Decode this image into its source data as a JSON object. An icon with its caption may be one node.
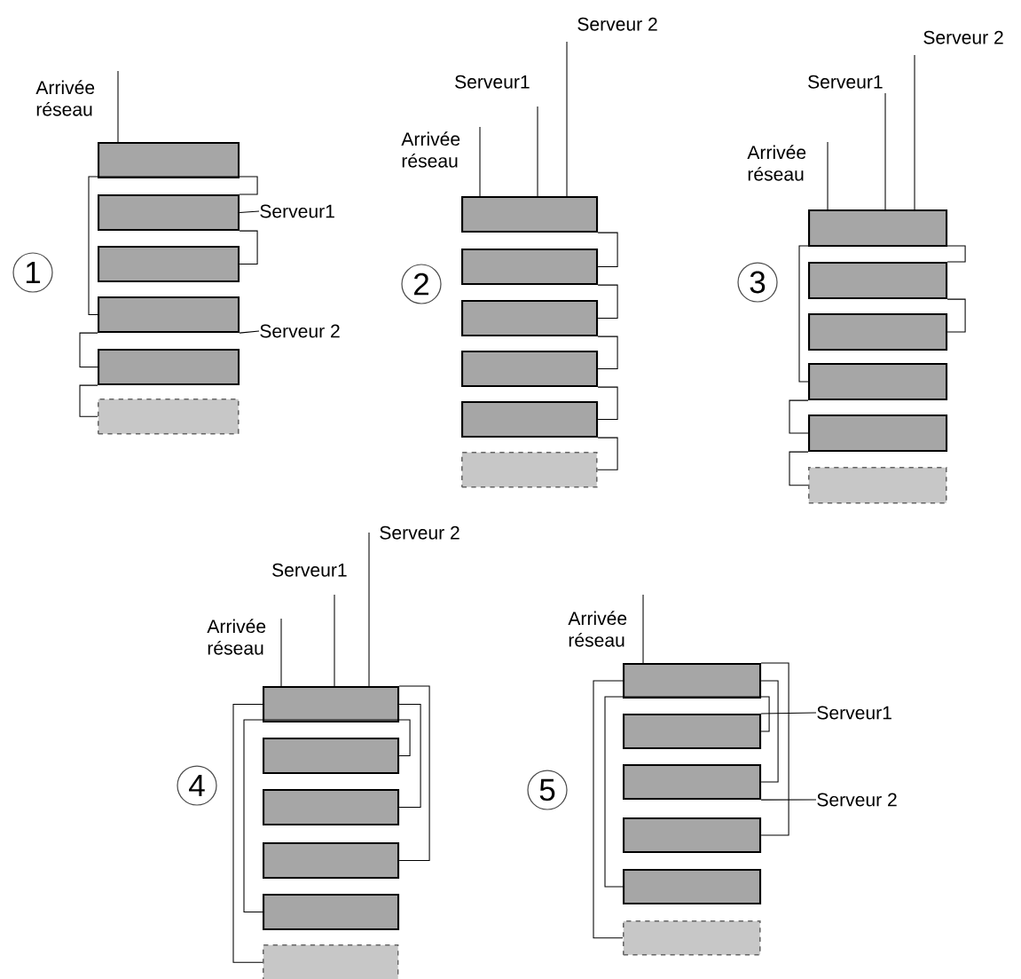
{
  "diagram": {
    "nodes": [
      {
        "text": [
          "1"
        ]
      },
      {
        "text": [
          "Arrivée réseau"
        ]
      },
      {
        "text": [
          "Serveur1"
        ]
      },
      {
        "text": [
          "Serveur 2"
        ]
      },
      {
        "text": [],
        "shape": "box"
      },
      {
        "text": [],
        "shape": "box"
      },
      {
        "text": [],
        "shape": "box"
      },
      {
        "text": [],
        "shape": "box"
      },
      {
        "text": [],
        "shape": "box"
      },
      {
        "text": [],
        "shape": "box"
      },
      {
        "text": [
          "2"
        ]
      },
      {
        "text": [
          "Arrivée réseau"
        ]
      },
      {
        "text": [
          "Serveur1"
        ]
      },
      {
        "text": [
          "Serveur 2"
        ]
      },
      {
        "text": [],
        "shape": "box"
      },
      {
        "text": [],
        "shape": "box"
      },
      {
        "text": [],
        "shape": "box"
      },
      {
        "text": [],
        "shape": "box"
      },
      {
        "text": [],
        "shape": "box"
      },
      {
        "text": [],
        "shape": "box"
      },
      {
        "text": [
          "3"
        ]
      },
      {
        "text": [
          "Arrivée réseau"
        ]
      },
      {
        "text": [
          "Serveur1"
        ]
      },
      {
        "text": [
          "Serveur 2"
        ]
      },
      {
        "text": [],
        "shape": "box"
      },
      {
        "text": [],
        "shape": "box"
      },
      {
        "text": [],
        "shape": "box"
      },
      {
        "text": [],
        "shape": "box"
      },
      {
        "text": [],
        "shape": "box"
      },
      {
        "text": [],
        "shape": "box"
      },
      {
        "text": [
          "4"
        ]
      },
      {
        "text": [
          "Arrivée réseau"
        ]
      },
      {
        "text": [
          "Serveur1"
        ]
      },
      {
        "text": [
          "Serveur 2"
        ]
      },
      {
        "text": [],
        "shape": "box"
      },
      {
        "text": [],
        "shape": "box"
      },
      {
        "text": [],
        "shape": "box"
      },
      {
        "text": [],
        "shape": "box"
      },
      {
        "text": [],
        "shape": "box"
      },
      {
        "text": [],
        "shape": "box"
      },
      {
        "text": [
          "5"
        ]
      },
      {
        "text": [
          "Arrivée réseau"
        ]
      },
      {
        "text": [
          "Serveur1"
        ]
      },
      {
        "text": [
          "Serveur 2"
        ]
      },
      {
        "text": [],
        "shape": "box"
      },
      {
        "text": [],
        "shape": "box"
      },
      {
        "text": [],
        "shape": "box"
      },
      {
        "text": [],
        "shape": "box"
      },
      {
        "text": [],
        "shape": "box"
      },
      {
        "text": [],
        "shape": "box"
      }
    ],
    "edges": [
      {
        "from": 1,
        "to": 4,
        "arrow": "none"
      },
      {
        "from": 5,
        "to": 2,
        "arrow": "none"
      },
      {
        "from": 7,
        "to": 3,
        "arrow": "none"
      },
      {
        "from": 5,
        "to": 7,
        "arrow": "none"
      },
      {
        "from": 5,
        "to": 6,
        "arrow": "none"
      },
      {
        "from": 7,
        "to": 8,
        "arrow": "none"
      },
      {
        "from": 8,
        "to": 9,
        "arrow": "none"
      },
      {
        "from": 11,
        "to": 14,
        "arrow": "none"
      },
      {
        "from": 12,
        "to": 14,
        "arrow": "none"
      },
      {
        "from": 13,
        "to": 14,
        "arrow": "none"
      },
      {
        "from": 14,
        "to": 15,
        "arrow": "none"
      },
      {
        "from": 15,
        "to": 16,
        "arrow": "none"
      },
      {
        "from": 16,
        "to": 17,
        "arrow": "none"
      },
      {
        "from": 17,
        "to": 18,
        "arrow": "none"
      },
      {
        "from": 18,
        "to": 19,
        "arrow": "none"
      },
      {
        "from": 21,
        "to": 24,
        "arrow": "none"
      },
      {
        "from": 22,
        "to": 24,
        "arrow": "none"
      },
      {
        "from": 23,
        "to": 24,
        "arrow": "none"
      },
      {
        "from": 25,
        "to": 27,
        "arrow": "none"
      },
      {
        "from": 25,
        "to": 26,
        "arrow": "none"
      },
      {
        "from": 27,
        "to": 28,
        "arrow": "none"
      },
      {
        "from": 28,
        "to": 29,
        "arrow": "none"
      },
      {
        "from": 31,
        "to": 34,
        "arrow": "none"
      },
      {
        "from": 32,
        "to": 34,
        "arrow": "none"
      },
      {
        "from": 33,
        "to": 34,
        "arrow": "none"
      },
      {
        "from": 34,
        "to": 36,
        "arrow": "none"
      },
      {
        "from": 34,
        "to": 37,
        "arrow": "none"
      },
      {
        "from": 35,
        "to": 38,
        "arrow": "none"
      },
      {
        "from": 34,
        "to": 39,
        "arrow": "none"
      },
      {
        "from": 41,
        "to": 44,
        "arrow": "none"
      },
      {
        "from": 45,
        "to": 42,
        "arrow": "none"
      },
      {
        "from": 46,
        "to": 43,
        "arrow": "none"
      },
      {
        "from": 44,
        "to": 46,
        "arrow": "none"
      },
      {
        "from": 44,
        "to": 47,
        "arrow": "none"
      },
      {
        "from": 45,
        "to": 48,
        "arrow": "none"
      },
      {
        "from": 44,
        "to": 49,
        "arrow": "none"
      }
    ]
  }
}
